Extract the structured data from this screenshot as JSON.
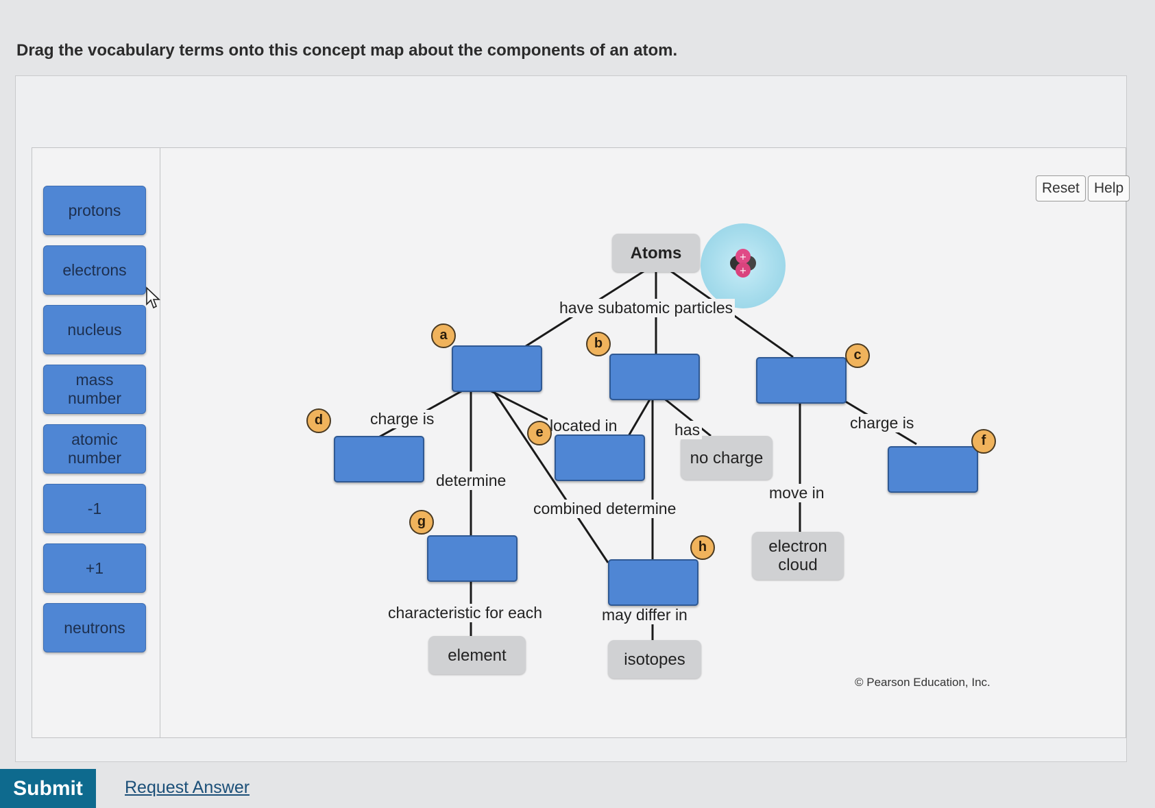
{
  "instruction": "Drag the vocabulary terms onto this concept map about the components of an atom.",
  "controls": {
    "reset_label": "Reset",
    "help_label": "Help"
  },
  "terms": [
    "protons",
    "electrons",
    "nucleus",
    "mass\nnumber",
    "atomic\nnumber",
    "-1",
    "+1",
    "neutrons"
  ],
  "map": {
    "nodes": {
      "atoms": "Atoms",
      "no_charge": "no charge",
      "electron_cloud": "electron\ncloud",
      "element": "element",
      "isotopes": "isotopes"
    },
    "links": {
      "have_subatomic": "have subatomic particles",
      "charge_is_left": "charge is",
      "located_in": "located in",
      "has": "has",
      "charge_is_right": "charge is",
      "determine": "determine",
      "combined_determine": "combined determine",
      "move_in": "move in",
      "characteristic": "characteristic for each",
      "may_differ": "may differ in"
    },
    "badges": [
      "a",
      "b",
      "c",
      "d",
      "e",
      "f",
      "g",
      "h"
    ]
  },
  "copyright": "© Pearson Education, Inc.",
  "footer": {
    "submit_label": "Submit",
    "request_label": "Request Answer"
  },
  "colors": {
    "term_fill": "#4f86d4",
    "badge_fill": "#f0b35c",
    "submit_fill": "#0e6a8e",
    "node_fill": "#d0d1d3"
  }
}
